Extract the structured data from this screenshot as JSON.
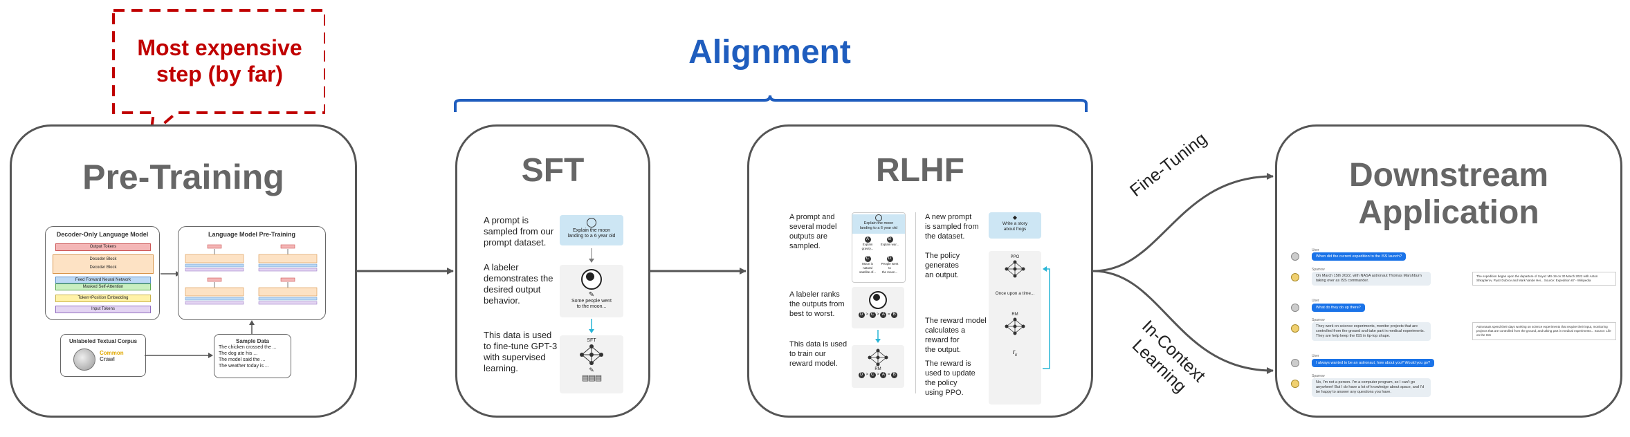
{
  "callout": {
    "text": "Most expensive step (by far)",
    "line1": "Most expensive",
    "line2": "step (by far)"
  },
  "alignment": {
    "label": "Alignment"
  },
  "pretraining": {
    "title": "Pre-Training",
    "model_box_title": "Decoder-Only Language Model",
    "layers": [
      "Output Tokens",
      "Decoder Block",
      "Decoder Block",
      "Feed Forward Neural Network",
      "Masked Self-Attention",
      "Token+Position Embedding",
      "Input Tokens"
    ],
    "lm_box_title": "Language Model Pre-Training",
    "corpus_title": "Unlabeled Textual Corpus",
    "corpus_logo": "Common Crawl",
    "corpus_logo_line1": "Common",
    "corpus_logo_line2": "Crawl",
    "sample_title": "Sample Data",
    "sample_lines": [
      "The chicken crossed the ...",
      "The dog ate his ...",
      "The model said the ...",
      "The weather today is ..."
    ]
  },
  "sft": {
    "title": "SFT",
    "steps": [
      "A prompt is sampled from our prompt dataset.",
      "A labeler demonstrates the desired output behavior.",
      "This data is used to fine-tune GPT-3 with supervised learning."
    ],
    "steps_lines": [
      [
        "A prompt is",
        "sampled from our",
        "prompt dataset."
      ],
      [
        "A labeler",
        "demonstrates the",
        "desired output",
        "behavior."
      ],
      [
        "This data is used",
        "to fine-tune GPT-3",
        "with supervised",
        "learning."
      ]
    ],
    "prompt_card": "Explain the moon landing to a 6 year old",
    "prompt_card_lines": [
      "Explain the moon",
      "landing to a 6 year old"
    ],
    "demo_text": "Some people went to the moon...",
    "demo_text_lines": [
      "Some people went",
      "to the moon..."
    ],
    "model_label": "SFT"
  },
  "rlhf": {
    "title": "RLHF",
    "left_steps": [
      "A prompt and several model outputs are sampled.",
      "A labeler ranks the outputs from best to worst.",
      "This data is used to train our reward model."
    ],
    "left_steps_lines": [
      [
        "A prompt and",
        "several model",
        "outputs are",
        "sampled."
      ],
      [
        "A labeler ranks",
        "the outputs from",
        "best to worst."
      ],
      [
        "This data is used",
        "to train our",
        "reward model."
      ]
    ],
    "right_steps": [
      "A new prompt is sampled from the dataset.",
      "The policy generates an output.",
      "The reward model calculates a reward for the output.",
      "The reward is used to update the policy using PPO."
    ],
    "right_steps_lines": [
      [
        "A new prompt",
        "is sampled from",
        "the dataset."
      ],
      [
        "The policy",
        "generates",
        "an output."
      ],
      [
        "The reward model",
        "calculates a",
        "reward for",
        "the output."
      ],
      [
        "The reward is",
        "used to update",
        "the policy",
        "using PPO."
      ]
    ],
    "prompt_card": "Explain the moon landing to a 6 year old",
    "prompt_card_lines": [
      "Explain the moon",
      "landing to a 6 year old"
    ],
    "outputs": [
      "A",
      "B",
      "C",
      "D"
    ],
    "output_texts": [
      "Explain gravity...",
      "Explain war...",
      "Moon is natural satellite of...",
      "People went to the moon..."
    ],
    "output_text_lines": [
      [
        "Explain gravity..."
      ],
      [
        "Explain war..."
      ],
      [
        "Moon is natural",
        "satellite of..."
      ],
      [
        "People went to",
        "the moon..."
      ]
    ],
    "ranking": "D > C > A = B",
    "rank_tokens": [
      "D",
      ">",
      "C",
      ">",
      "A",
      "=",
      "B"
    ],
    "rm_label": "RM",
    "new_prompt_card": "Write a story about frogs",
    "new_prompt_lines": [
      "Write a story",
      "about frogs"
    ],
    "ppo_label": "PPO",
    "output_text": "Once upon a time...",
    "reward_symbol": "r",
    "reward_sub": "k"
  },
  "branches": {
    "upper": "Fine-Tuning",
    "lower_line1": "In-Context",
    "lower_line2": "Learning"
  },
  "downstream": {
    "title_line1": "Downstream",
    "title_line2": "Application",
    "user_label": "User",
    "bot_label": "Sparrow",
    "chat": [
      {
        "role": "user",
        "text": "When did the current expedition to the ISS launch?"
      },
      {
        "role": "bot",
        "text": "On March 15th 2022, with NASA astronaut Thomas Marshburn taking over as ISS commander."
      },
      {
        "role": "user",
        "text": "What do they do up there?"
      },
      {
        "role": "bot",
        "text": "They work on science experiments, monitor projects that are controlled from the ground and take part in medical experiments. They are help keep the ISS in tip-top shape."
      },
      {
        "role": "user",
        "text": "I always wanted to be an astronaut, how about you? Would you go?"
      },
      {
        "role": "bot",
        "text": "No, I'm not a person. I'm a computer program, so I can't go anywhere! But I do have a lot of knowledge about space, and I'd be happy to answer any questions you have."
      }
    ],
    "evidence": [
      "The expedition began upon the departure of Soyuz MS-19 on 30 March 2022 with Anton Shkaplerov, Pyotr Dubrov and Mark Vande Hei... Source: Expedition 67 - Wikipedia",
      "Astronauts spend their days working on science experiments that require their input, monitoring projects that are controlled from the ground, and taking part in medical experiments... Source: Life on the ISS"
    ]
  },
  "colors": {
    "callout": "#c00000",
    "alignment": "#1f5dbe",
    "stage_border": "#555555",
    "title_gray": "#666666",
    "arrow": "#555555",
    "chat_user": "#1a73e8",
    "teal": "#29b5d6"
  }
}
